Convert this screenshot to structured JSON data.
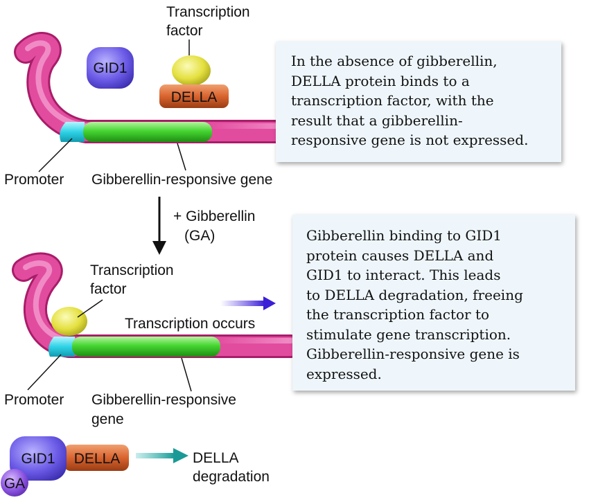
{
  "top_panel": {
    "transcription_factor_label": [
      "Transcription",
      "factor"
    ],
    "gid1_label": "GID1",
    "della_label": "DELLA",
    "promoter_label": "Promoter",
    "gene_label": "Gibberellin-responsive gene",
    "callout_lines": [
      "In the absence of gibberellin,",
      "DELLA protein binds to a",
      "transcription factor, with the",
      "result that a gibberellin-",
      "responsive gene is not expressed."
    ]
  },
  "arrow_label": [
    "+ Gibberellin",
    "(GA)"
  ],
  "bottom_panel": {
    "transcription_factor_label": [
      "Transcription",
      "factor"
    ],
    "transcription_occurs_label": "Transcription occurs",
    "promoter_label": "Promoter",
    "gene_label": [
      "Gibberellin-responsive",
      "gene"
    ],
    "callout_lines": [
      "Gibberellin binding to GID1",
      "protein causes DELLA and",
      "GID1 to interact. This leads",
      "to DELLA degradation, freeing",
      "the transcription factor to",
      "stimulate gene transcription.",
      "Gibberellin-responsive gene is",
      "expressed."
    ]
  },
  "complex": {
    "gid1_label": "GID1",
    "della_label": "DELLA",
    "ga_label": "GA",
    "result_label": [
      "DELLA",
      "degradation"
    ]
  },
  "colors": {
    "dna_pink": "#e0489a",
    "promoter_cyan": "#2fd3e6",
    "gene_green": "#3ed02a",
    "gid1_purple": "#6a5ae6",
    "della_orange": "#d9642f",
    "tf_yellow": "#e6e24a",
    "ga_violet": "#8a52e0",
    "callout_bg": "#eef6fb"
  }
}
